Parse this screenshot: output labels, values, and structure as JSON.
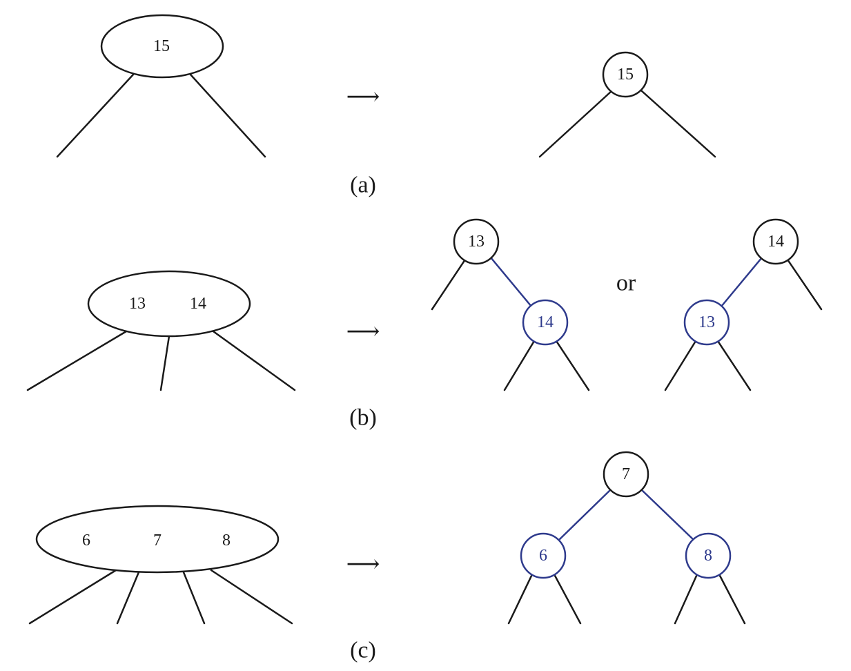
{
  "colors": {
    "black_node": "#1a1a1a",
    "red_node": "#2e3a8c",
    "background": "#ffffff"
  },
  "arrow_symbol": "⟶",
  "or_label": "or",
  "panels": {
    "a": {
      "caption": "(a)",
      "btree_keys": [
        "15"
      ],
      "rb_root": "15"
    },
    "b": {
      "caption": "(b)",
      "btree_keys": [
        "13",
        "14"
      ],
      "rb_left_variant": {
        "root": "13",
        "child": "14"
      },
      "rb_right_variant": {
        "root": "14",
        "child": "13"
      }
    },
    "c": {
      "caption": "(c)",
      "btree_keys": [
        "6",
        "7",
        "8"
      ],
      "rb_root": "7",
      "rb_left": "6",
      "rb_right": "8"
    }
  }
}
